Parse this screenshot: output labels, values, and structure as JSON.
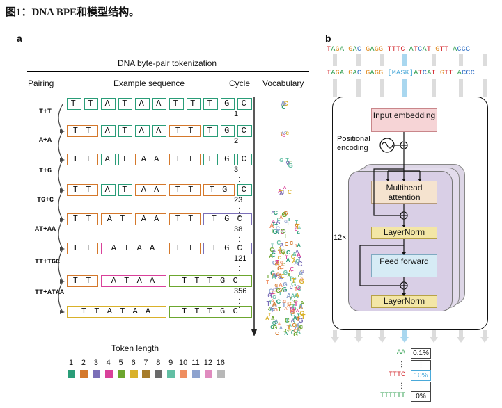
{
  "figure_title": "图1：DNA BPE和模型结构。",
  "panel_a": {
    "label": "a",
    "heading": "DNA byte-pair tokenization",
    "col_pairing": "Pairing",
    "col_example": "Example sequence",
    "col_cycle": "Cycle",
    "col_vocab": "Vocabulary",
    "rows": [
      {
        "pair": "",
        "cycle": "1",
        "tokens": [
          {
            "t": "T",
            "len": 1
          },
          {
            "t": "T",
            "len": 1
          },
          {
            "t": "A",
            "len": 1
          },
          {
            "t": "T",
            "len": 1
          },
          {
            "t": "A",
            "len": 1
          },
          {
            "t": "A",
            "len": 1
          },
          {
            "t": "T",
            "len": 1
          },
          {
            "t": "T",
            "len": 1
          },
          {
            "t": "T",
            "len": 1
          },
          {
            "t": "G",
            "len": 1
          },
          {
            "t": "C",
            "len": 1
          }
        ]
      },
      {
        "pair": "T+T",
        "cycle": "2",
        "tokens": [
          {
            "t": "TT",
            "len": 2
          },
          {
            "t": "A",
            "len": 1
          },
          {
            "t": "T",
            "len": 1
          },
          {
            "t": "A",
            "len": 1
          },
          {
            "t": "A",
            "len": 1
          },
          {
            "t": "TT",
            "len": 2
          },
          {
            "t": "T",
            "len": 1
          },
          {
            "t": "G",
            "len": 1
          },
          {
            "t": "C",
            "len": 1
          }
        ]
      },
      {
        "pair": "A+A",
        "cycle": "3",
        "tokens": [
          {
            "t": "TT",
            "len": 2
          },
          {
            "t": "A",
            "len": 1
          },
          {
            "t": "T",
            "len": 1
          },
          {
            "t": "AA",
            "len": 2
          },
          {
            "t": "TT",
            "len": 2
          },
          {
            "t": "T",
            "len": 1
          },
          {
            "t": "G",
            "len": 1
          },
          {
            "t": "C",
            "len": 1
          }
        ]
      },
      {
        "pair": "T+G",
        "cycle": "23",
        "tokens": [
          {
            "t": "TT",
            "len": 2
          },
          {
            "t": "A",
            "len": 1
          },
          {
            "t": "T",
            "len": 1
          },
          {
            "t": "AA",
            "len": 2
          },
          {
            "t": "TT",
            "len": 2
          },
          {
            "t": "TG",
            "len": 2
          },
          {
            "t": "C",
            "len": 1
          }
        ]
      },
      {
        "pair": "TG+C",
        "cycle": "38",
        "tokens": [
          {
            "t": "TT",
            "len": 2
          },
          {
            "t": "AT",
            "len": 2
          },
          {
            "t": "AA",
            "len": 2
          },
          {
            "t": "TT",
            "len": 2
          },
          {
            "t": "TGC",
            "len": 3
          }
        ]
      },
      {
        "pair": "AT+AA",
        "cycle": "121",
        "tokens": [
          {
            "t": "TT",
            "len": 2
          },
          {
            "t": "ATAA",
            "len": 4
          },
          {
            "t": "TT",
            "len": 2
          },
          {
            "t": "TGC",
            "len": 3
          }
        ]
      },
      {
        "pair": "TT+TGC",
        "cycle": "356",
        "tokens": [
          {
            "t": "TT",
            "len": 2
          },
          {
            "t": "ATAA",
            "len": 4
          },
          {
            "t": "TTTGC",
            "len": 5
          }
        ]
      },
      {
        "pair": "TT+ATAA",
        "cycle": "",
        "tokens": [
          {
            "t": "TTATAA",
            "len": 6
          },
          {
            "t": "TTTGC",
            "len": 5
          }
        ]
      }
    ],
    "legend_title": "Token length",
    "legend": [
      {
        "n": "1",
        "color": "#2a9d78"
      },
      {
        "n": "2",
        "color": "#d4782b"
      },
      {
        "n": "3",
        "color": "#7b6fb8"
      },
      {
        "n": "4",
        "color": "#d9419a"
      },
      {
        "n": "5",
        "color": "#6ca62e"
      },
      {
        "n": "6",
        "color": "#d9b12a"
      },
      {
        "n": "7",
        "color": "#a67c2a"
      },
      {
        "n": "8",
        "color": "#6a6a6a"
      },
      {
        "n": "9",
        "color": "#62bfa4"
      },
      {
        "n": "10",
        "color": "#ef8e60"
      },
      {
        "n": "11",
        "color": "#8ea3cf"
      },
      {
        "n": "12",
        "color": "#e08bbf"
      },
      {
        "n": "16",
        "color": "#b8b8b8"
      }
    ]
  },
  "panel_b": {
    "label": "b",
    "seq_top": [
      {
        "t": "TAGA",
        "c": "mix"
      },
      {
        "t": "GAC",
        "c": "mix"
      },
      {
        "t": "GAGG",
        "c": "mix"
      },
      {
        "t": "TTTC",
        "c": "red"
      },
      {
        "t": "ATCAT",
        "c": "mix"
      },
      {
        "t": "GTT",
        "c": "mix"
      },
      {
        "t": "ACCC",
        "c": "mix"
      }
    ],
    "seq_mask": [
      {
        "t": "TAGA",
        "c": "mix"
      },
      {
        "t": "GAC",
        "c": "mix"
      },
      {
        "t": "GAGG",
        "c": "mix"
      },
      {
        "t": "[MASK]",
        "c": "blue"
      },
      {
        "t": "ATCAT",
        "c": "mix"
      },
      {
        "t": "GTT",
        "c": "mix"
      },
      {
        "t": "ACCC",
        "c": "mix"
      }
    ],
    "input_embedding": "Input embedding",
    "positional_encoding": "Positional encoding",
    "multihead_attention": "Multihead attention",
    "layernorm1": "LayerNorm",
    "feed_forward": "Feed forward",
    "layernorm2": "LayerNorm",
    "repeat": "12×",
    "outputs": [
      {
        "token": "AA",
        "value": "0.1%",
        "highlight": false
      },
      {
        "token": "⋮",
        "value": "⋮",
        "highlight": false
      },
      {
        "token": "TTTC",
        "value": "10%",
        "highlight": true
      },
      {
        "token": "⋮",
        "value": "⋮",
        "highlight": false
      },
      {
        "token": "TTTTTT",
        "value": "0%",
        "highlight": false
      }
    ]
  }
}
